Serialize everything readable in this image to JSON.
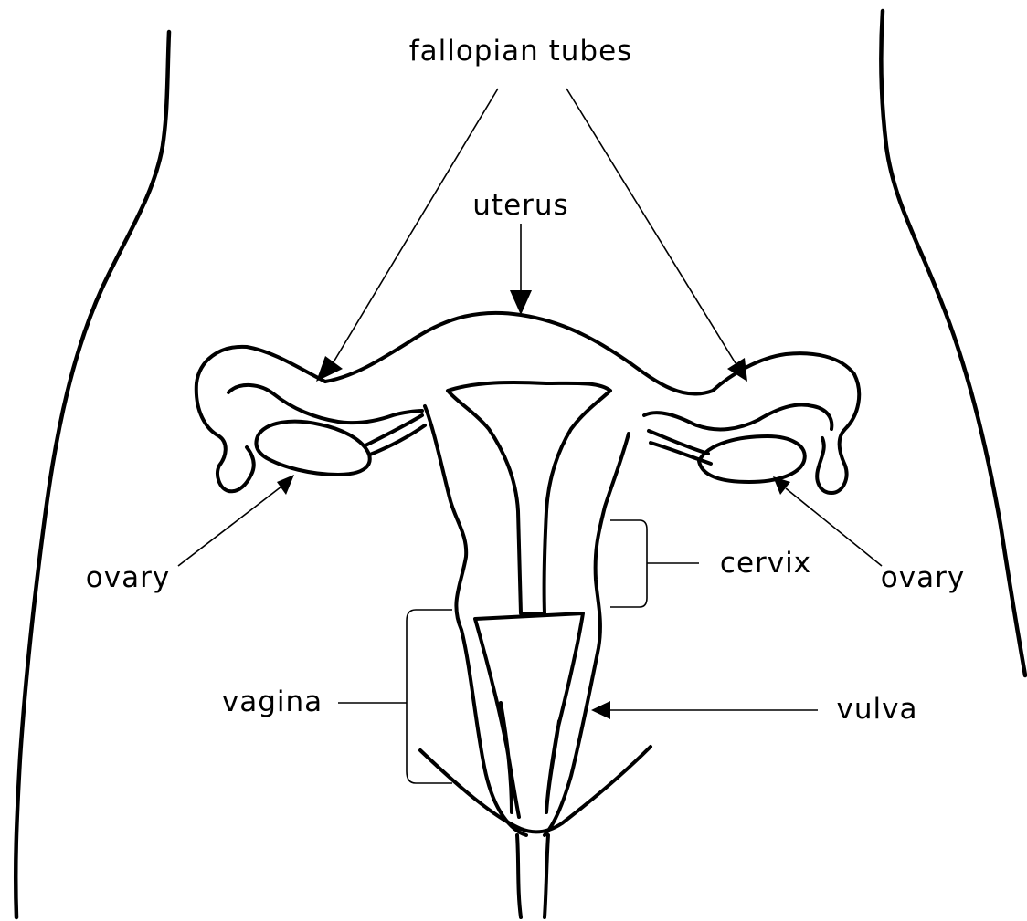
{
  "labels": {
    "fallopian_tubes": "fallopian tubes",
    "uterus": "uterus",
    "ovary_left": "ovary",
    "ovary_right": "ovary",
    "cervix": "cervix",
    "vagina": "vagina",
    "vulva": "vulva"
  },
  "colors": {
    "line": "#000000",
    "background": "#ffffff"
  }
}
